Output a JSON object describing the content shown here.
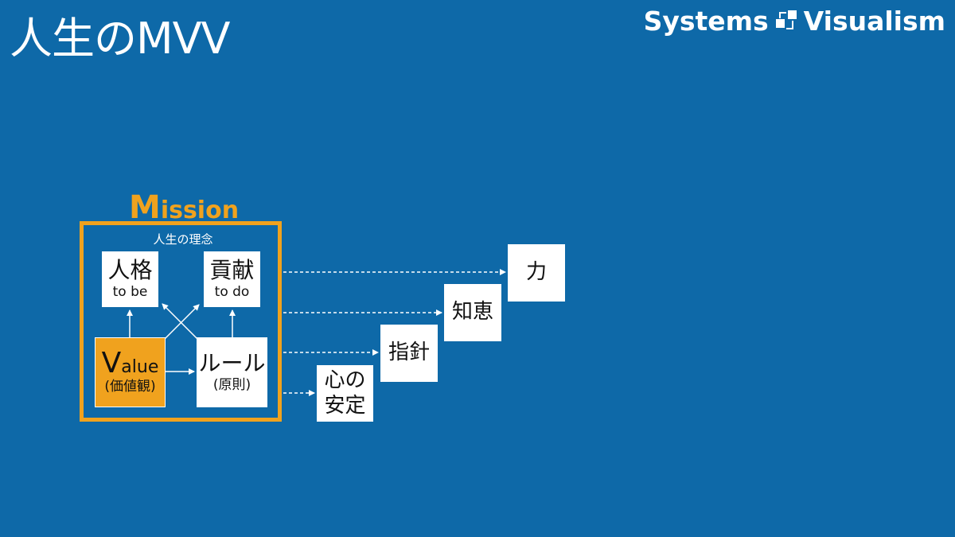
{
  "title": "人生のMVV",
  "brand": {
    "left": "Systems",
    "right": "Visualism",
    "logo_icon": "systems-visualism-logo"
  },
  "mission": {
    "heading_initial": "M",
    "heading_rest": "ission",
    "subtitle": "人生の理念"
  },
  "boxes": {
    "character": {
      "main": "人格",
      "sub": "to be"
    },
    "contribution": {
      "main": "貢献",
      "sub": "to do"
    },
    "value": {
      "initial": "V",
      "rest": "alue",
      "sub": "(価値観)"
    },
    "rule": {
      "main": "ルール",
      "sub": "(原則)"
    }
  },
  "outcomes": {
    "peace_of_mind": {
      "line1": "心の",
      "line2": "安定"
    },
    "guidance": {
      "main": "指針"
    },
    "wisdom": {
      "main": "知恵"
    },
    "power": {
      "main": "力"
    }
  },
  "colors": {
    "background": "#0e69a8",
    "accent": "#f0a21e",
    "box": "#ffffff"
  }
}
